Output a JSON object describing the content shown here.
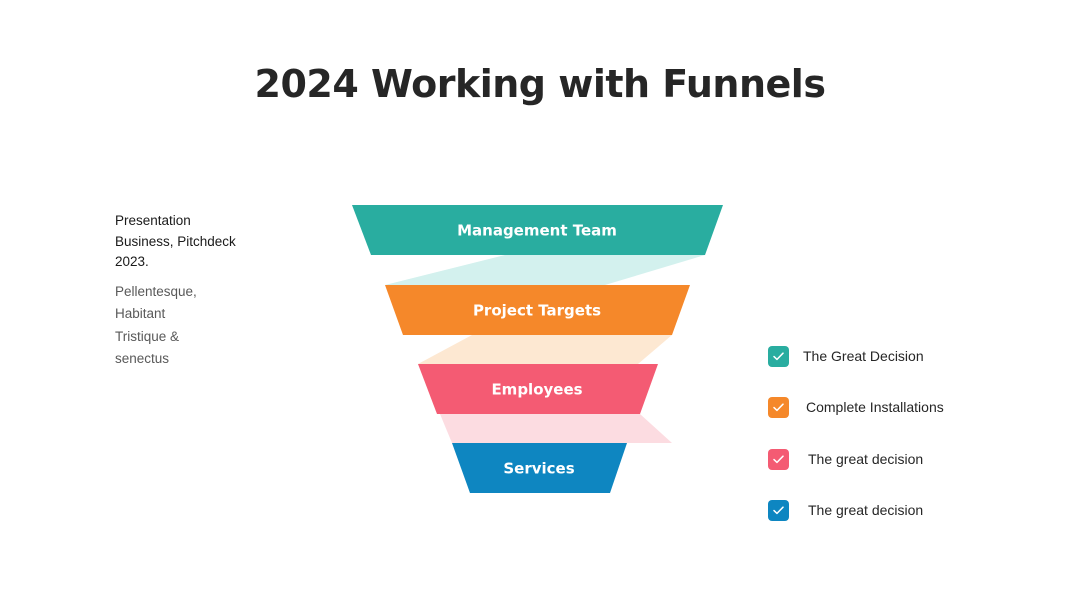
{
  "title": "2024 Working with Funnels",
  "intro": {
    "heading_lines": [
      "Presentation",
      "Business, Pitchdeck",
      "2023."
    ],
    "body_lines": [
      "Pellentesque,",
      "Habitant",
      "Tristique &",
      "senectus"
    ]
  },
  "funnel": {
    "stages": [
      {
        "label": "Management Team",
        "color": "#29ADA0",
        "connector_color": "#D3F1EE"
      },
      {
        "label": "Project Targets",
        "color": "#F5882A",
        "connector_color": "#FDE8D2"
      },
      {
        "label": "Employees",
        "color": "#F45B73",
        "connector_color": "#FCDCE1"
      },
      {
        "label": "Services",
        "color": "#0E86C1"
      }
    ]
  },
  "legend": {
    "items": [
      {
        "label": "The Great Decision",
        "color": "#29ADA0",
        "icon": "check-icon"
      },
      {
        "label": "Complete Installations",
        "color": "#F5882A",
        "icon": "check-icon"
      },
      {
        "label": "The great decision",
        "color": "#F45B73",
        "icon": "check-icon"
      },
      {
        "label": "The great decision",
        "color": "#0E86C1",
        "icon": "check-icon"
      }
    ]
  }
}
